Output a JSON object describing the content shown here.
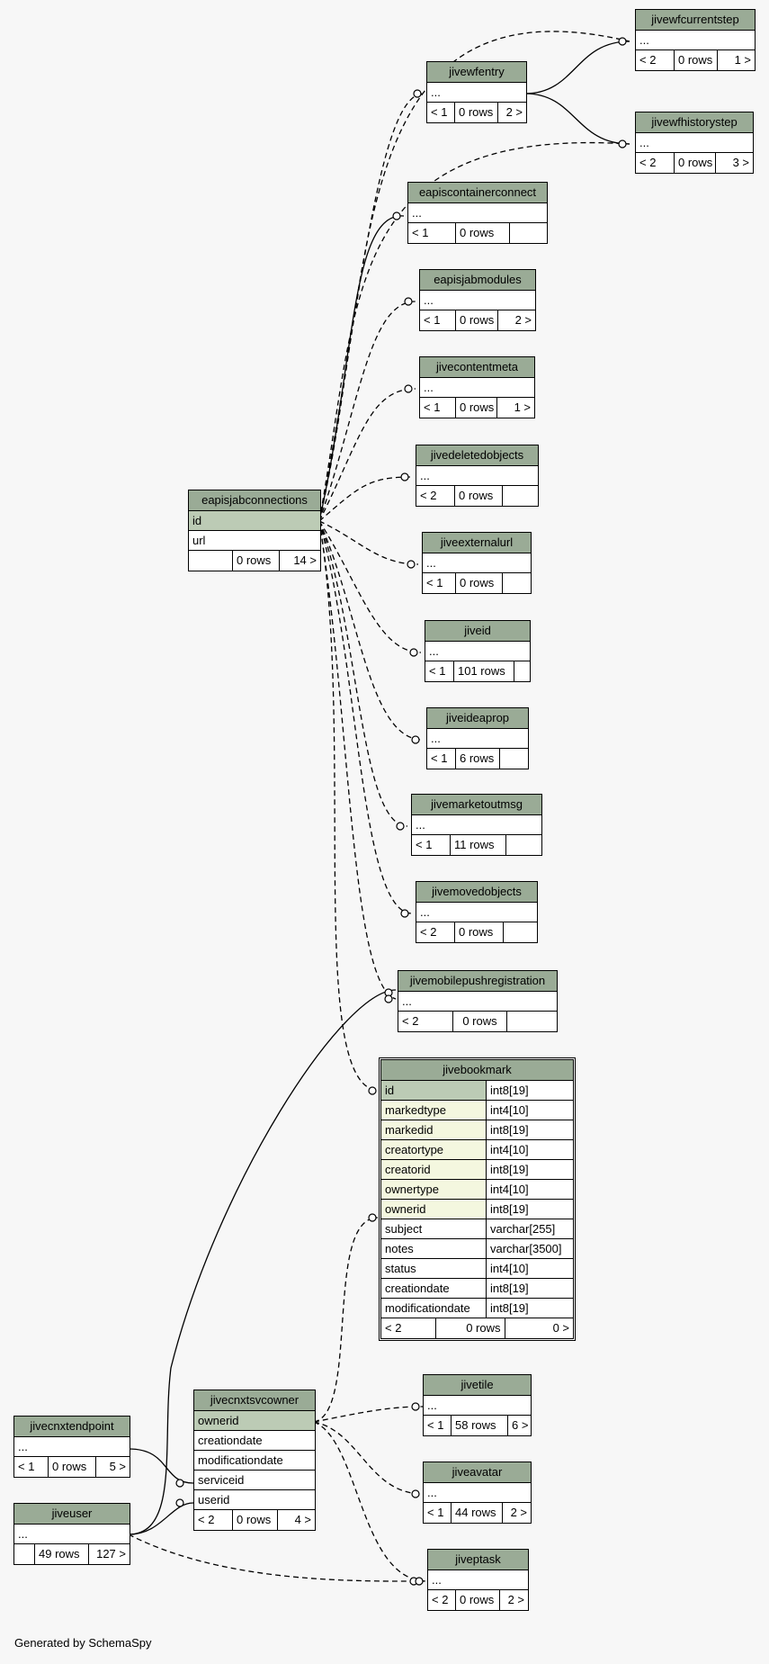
{
  "footer": "Generated by SchemaSpy",
  "colors": {
    "header": "#9aab96",
    "primary_key": "#bccbb5",
    "foreign_key": "#f4f7df"
  },
  "tables": [
    {
      "id": "jivewfcurrentstep",
      "name": "jivewfcurrentstep",
      "rows": [
        "..."
      ],
      "foot": [
        "< 2",
        "0 rows",
        "1 >"
      ]
    },
    {
      "id": "jivewfentry",
      "name": "jivewfentry",
      "rows": [
        "..."
      ],
      "foot": [
        "< 1",
        "0 rows",
        "2 >"
      ]
    },
    {
      "id": "jivewfhistorystep",
      "name": "jivewfhistorystep",
      "rows": [
        "..."
      ],
      "foot": [
        "< 2",
        "0 rows",
        "3 >"
      ]
    },
    {
      "id": "eapiscontainerconnect",
      "name": "eapiscontainerconnect",
      "rows": [
        "..."
      ],
      "foot": [
        "< 1",
        "0 rows",
        ""
      ]
    },
    {
      "id": "eapisjabmodules",
      "name": "eapisjabmodules",
      "rows": [
        "..."
      ],
      "foot": [
        "< 1",
        "0 rows",
        "2 >"
      ]
    },
    {
      "id": "jivecontentmeta",
      "name": "jivecontentmeta",
      "rows": [
        "..."
      ],
      "foot": [
        "< 1",
        "0 rows",
        "1 >"
      ]
    },
    {
      "id": "jivedeletedobjects",
      "name": "jivedeletedobjects",
      "rows": [
        "..."
      ],
      "foot": [
        "< 2",
        "0 rows",
        ""
      ]
    },
    {
      "id": "eapisjabconnections",
      "name": "eapisjabconnections",
      "rows": [
        "id",
        "url"
      ],
      "foot": [
        "",
        "0 rows",
        "14 >"
      ]
    },
    {
      "id": "jiveexternalurl",
      "name": "jiveexternalurl",
      "rows": [
        "..."
      ],
      "foot": [
        "< 1",
        "0 rows",
        ""
      ]
    },
    {
      "id": "jiveid",
      "name": "jiveid",
      "rows": [
        "..."
      ],
      "foot": [
        "< 1",
        "101 rows",
        ""
      ]
    },
    {
      "id": "jiveideaprop",
      "name": "jiveideaprop",
      "rows": [
        "..."
      ],
      "foot": [
        "< 1",
        "6 rows",
        ""
      ]
    },
    {
      "id": "jivemarketoutmsg",
      "name": "jivemarketoutmsg",
      "rows": [
        "..."
      ],
      "foot": [
        "< 1",
        "11 rows",
        ""
      ]
    },
    {
      "id": "jivemovedobjects",
      "name": "jivemovedobjects",
      "rows": [
        "..."
      ],
      "foot": [
        "< 2",
        "0 rows",
        ""
      ]
    },
    {
      "id": "jivemobilepushregistration",
      "name": "jivemobilepushregistration",
      "rows": [
        "..."
      ],
      "foot": [
        "< 2",
        "0 rows",
        ""
      ]
    },
    {
      "id": "jivecnxtendpoint",
      "name": "jivecnxtendpoint",
      "rows": [
        "..."
      ],
      "foot": [
        "< 1",
        "0 rows",
        "5 >"
      ]
    },
    {
      "id": "jivecnxtsvcowner",
      "name": "jivecnxtsvcowner",
      "rows": [
        "ownerid",
        "creationdate",
        "modificationdate",
        "serviceid",
        "userid"
      ],
      "foot": [
        "< 2",
        "0 rows",
        "4 >"
      ]
    },
    {
      "id": "jiveuser",
      "name": "jiveuser",
      "rows": [
        "..."
      ],
      "foot": [
        "",
        "49 rows",
        "127 >"
      ]
    },
    {
      "id": "jivetile",
      "name": "jivetile",
      "rows": [
        "..."
      ],
      "foot": [
        "< 1",
        "58 rows",
        "6 >"
      ]
    },
    {
      "id": "jiveavatar",
      "name": "jiveavatar",
      "rows": [
        "..."
      ],
      "foot": [
        "< 1",
        "44 rows",
        "2 >"
      ]
    },
    {
      "id": "jiveptask",
      "name": "jiveptask",
      "rows": [
        "..."
      ],
      "foot": [
        "< 2",
        "0 rows",
        "2 >"
      ]
    }
  ],
  "jivebookmark": {
    "name": "jivebookmark",
    "columns": [
      {
        "name": "id",
        "type": "int8[19]"
      },
      {
        "name": "markedtype",
        "type": "int4[10]"
      },
      {
        "name": "markedid",
        "type": "int8[19]"
      },
      {
        "name": "creatortype",
        "type": "int4[10]"
      },
      {
        "name": "creatorid",
        "type": "int8[19]"
      },
      {
        "name": "ownertype",
        "type": "int4[10]"
      },
      {
        "name": "ownerid",
        "type": "int8[19]"
      },
      {
        "name": "subject",
        "type": "varchar[255]"
      },
      {
        "name": "notes",
        "type": "varchar[3500]"
      },
      {
        "name": "status",
        "type": "int4[10]"
      },
      {
        "name": "creationdate",
        "type": "int8[19]"
      },
      {
        "name": "modificationdate",
        "type": "int8[19]"
      }
    ],
    "foot": [
      "< 2",
      "0 rows",
      "0 >"
    ]
  }
}
